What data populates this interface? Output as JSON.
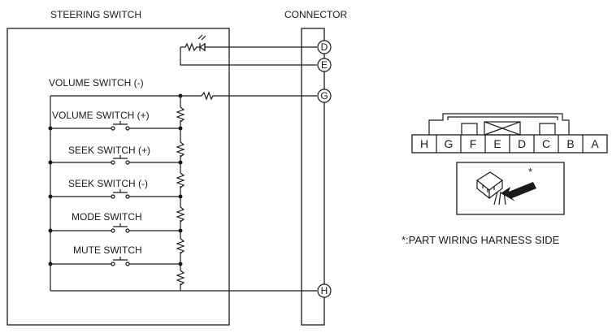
{
  "headers": {
    "steering_switch": "STEERING SWITCH",
    "connector": "CONNECTOR"
  },
  "pins": {
    "d": "D",
    "e": "E",
    "g": "G",
    "h": "H"
  },
  "switches": {
    "volume_minus": "VOLUME SWITCH (-)",
    "volume_plus": "VOLUME SWITCH (+)",
    "seek_plus": "SEEK SWITCH (+)",
    "seek_minus": "SEEK SWITCH (-)",
    "mode": "MODE SWITCH",
    "mute": "MUTE SWITCH"
  },
  "connector_face": {
    "pins": [
      "H",
      "G",
      "F",
      "E",
      "D",
      "C",
      "B",
      "A"
    ]
  },
  "inset": {
    "asterisk": "*"
  },
  "note": "*:PART WIRING HARNESS SIDE"
}
